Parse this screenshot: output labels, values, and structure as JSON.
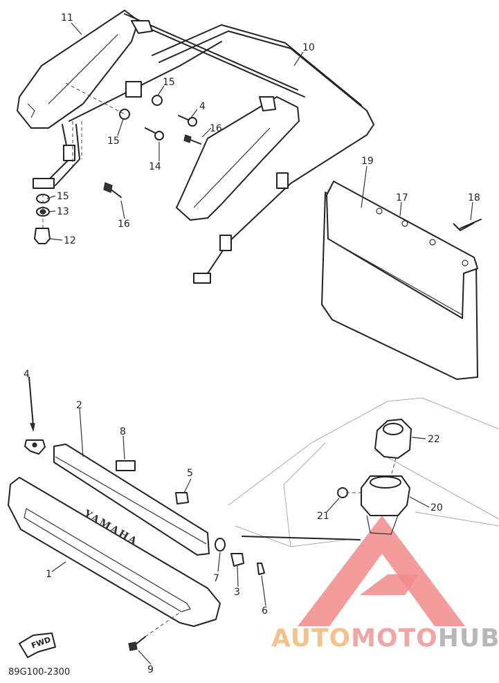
{
  "diagram": {
    "part_code": "89G100-2300",
    "brand_mark": "YAMAHA",
    "direction_label": "FWD",
    "callouts": [
      {
        "id": "c11a",
        "text": "11"
      },
      {
        "id": "c10",
        "text": "10"
      },
      {
        "id": "c15a",
        "text": "15"
      },
      {
        "id": "c4a",
        "text": "4"
      },
      {
        "id": "c15b",
        "text": "15"
      },
      {
        "id": "c16a",
        "text": "16"
      },
      {
        "id": "c14",
        "text": "14"
      },
      {
        "id": "c15c",
        "text": "15"
      },
      {
        "id": "c13",
        "text": "13"
      },
      {
        "id": "c12",
        "text": "12"
      },
      {
        "id": "c16b",
        "text": "16"
      },
      {
        "id": "c19",
        "text": "19"
      },
      {
        "id": "c17",
        "text": "17"
      },
      {
        "id": "c18",
        "text": "18"
      },
      {
        "id": "c4b",
        "text": "4"
      },
      {
        "id": "c2",
        "text": "2"
      },
      {
        "id": "c8",
        "text": "8"
      },
      {
        "id": "c5",
        "text": "5"
      },
      {
        "id": "c22",
        "text": "22"
      },
      {
        "id": "c21",
        "text": "21"
      },
      {
        "id": "c20",
        "text": "20"
      },
      {
        "id": "c1",
        "text": "1"
      },
      {
        "id": "c7",
        "text": "7"
      },
      {
        "id": "c3",
        "text": "3"
      },
      {
        "id": "c6",
        "text": "6"
      },
      {
        "id": "c9",
        "text": "9"
      }
    ]
  },
  "watermark": {
    "auto": "AUTO",
    "moto": "MOTO",
    "hub": "HUB",
    "colors": {
      "logo": "#f28b8b",
      "auto": "#f5c28c",
      "moto": "#f2a5a5",
      "hub": "#b8b8b8"
    }
  }
}
